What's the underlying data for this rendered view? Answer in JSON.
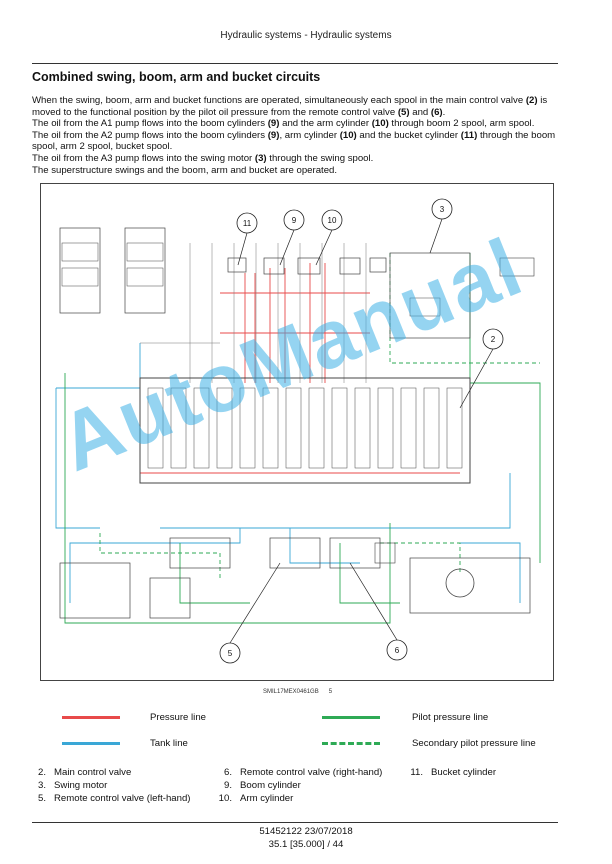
{
  "header": {
    "title": "Hydraulic systems - Hydraulic systems"
  },
  "section": {
    "title": "Combined swing, boom, arm and bucket circuits",
    "paragraphs": [
      [
        {
          "t": "When the swing, boom, arm and bucket functions are operated, simultaneously each spool in the main control valve "
        },
        {
          "t": "(2)",
          "b": true
        },
        {
          "t": " is moved to the functional position by the pilot oil pressure from the remote control valve "
        },
        {
          "t": "(5)",
          "b": true
        },
        {
          "t": " and "
        },
        {
          "t": "(6)",
          "b": true
        },
        {
          "t": "."
        }
      ],
      [
        {
          "t": "The oil from the A1 pump flows into the boom cylinders "
        },
        {
          "t": "(9)",
          "b": true
        },
        {
          "t": " and the arm cylinder "
        },
        {
          "t": "(10)",
          "b": true
        },
        {
          "t": " through boom 2 spool, arm spool."
        }
      ],
      [
        {
          "t": "The oil from the A2 pump flows into the boom cylinders "
        },
        {
          "t": "(9)",
          "b": true
        },
        {
          "t": ", arm cylinder "
        },
        {
          "t": "(10)",
          "b": true
        },
        {
          "t": " and the bucket cylinder "
        },
        {
          "t": "(11)",
          "b": true
        },
        {
          "t": " through the boom spool, arm 2 spool, bucket spool."
        }
      ],
      [
        {
          "t": "The oil from the A3 pump flows into the swing motor "
        },
        {
          "t": "(3)",
          "b": true
        },
        {
          "t": " through the swing spool."
        }
      ],
      [
        {
          "t": "The superstructure swings and the boom, arm and bucket are operated."
        }
      ]
    ]
  },
  "diagram": {
    "callouts": [
      "11",
      "9",
      "10",
      "3",
      "2",
      "5",
      "6"
    ],
    "code": "SMIL17MEX0461GB",
    "figure_number": "5",
    "watermark": "AutoManual",
    "colors": {
      "pressure": "#e84a4a",
      "tank": "#3aa7d6",
      "pilot": "#2eaa55",
      "secondary_pilot": "#2eaa55",
      "component": "#444444"
    }
  },
  "legend": {
    "pressure_line": "Pressure line",
    "pilot_pressure_line": "Pilot pressure line",
    "tank_line": "Tank line",
    "secondary_pilot_pressure_line": "Secondary pilot pressure line"
  },
  "parts": {
    "col1": [
      {
        "num": "2.",
        "label": "Main control valve"
      },
      {
        "num": "3.",
        "label": "Swing motor"
      },
      {
        "num": "5.",
        "label": "Remote control valve (left-hand)"
      }
    ],
    "col2": [
      {
        "num": "6.",
        "label": "Remote control valve (right-hand)"
      },
      {
        "num": "9.",
        "label": "Boom cylinder"
      },
      {
        "num": "10.",
        "label": "Arm cylinder"
      }
    ],
    "col3": [
      {
        "num": "11.",
        "label": "Bucket cylinder"
      }
    ]
  },
  "footer": {
    "doc": "51452122 23/07/2018",
    "page": "35.1 [35.000] / 44"
  }
}
